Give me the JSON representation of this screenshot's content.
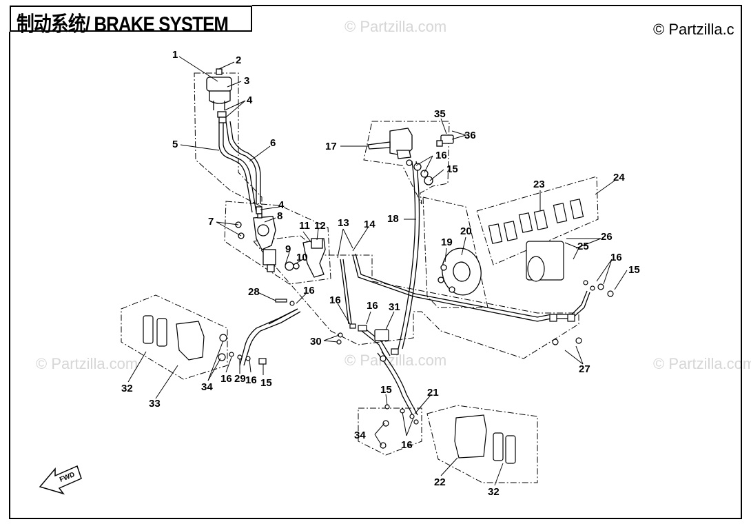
{
  "title": "制动系统/ BRAKE SYSTEM",
  "watermark": "© Partzilla.com",
  "corner_watermark": "© Partzilla.c",
  "fwd_label": "FWD",
  "callouts": [
    {
      "id": "c1",
      "text": "1"
    },
    {
      "id": "c2",
      "text": "2"
    },
    {
      "id": "c3",
      "text": "3"
    },
    {
      "id": "c4a",
      "text": "4"
    },
    {
      "id": "c5",
      "text": "5"
    },
    {
      "id": "c6",
      "text": "6"
    },
    {
      "id": "c4b",
      "text": "4"
    },
    {
      "id": "c7",
      "text": "7"
    },
    {
      "id": "c8",
      "text": "8"
    },
    {
      "id": "c9",
      "text": "9"
    },
    {
      "id": "c10",
      "text": "10"
    },
    {
      "id": "c11",
      "text": "11"
    },
    {
      "id": "c12",
      "text": "12"
    },
    {
      "id": "c13",
      "text": "13"
    },
    {
      "id": "c14",
      "text": "14"
    },
    {
      "id": "c16a",
      "text": "16"
    },
    {
      "id": "c28",
      "text": "28"
    },
    {
      "id": "c16b",
      "text": "16"
    },
    {
      "id": "c16c",
      "text": "16"
    },
    {
      "id": "c31",
      "text": "31"
    },
    {
      "id": "c30",
      "text": "30"
    },
    {
      "id": "c35",
      "text": "35"
    },
    {
      "id": "c36",
      "text": "36"
    },
    {
      "id": "c17",
      "text": "17"
    },
    {
      "id": "c16d",
      "text": "16"
    },
    {
      "id": "c15a",
      "text": "15"
    },
    {
      "id": "c18",
      "text": "18"
    },
    {
      "id": "c19",
      "text": "19"
    },
    {
      "id": "c20",
      "text": "20"
    },
    {
      "id": "c23",
      "text": "23"
    },
    {
      "id": "c24",
      "text": "24"
    },
    {
      "id": "c26",
      "text": "26"
    },
    {
      "id": "c25",
      "text": "25"
    },
    {
      "id": "c16e",
      "text": "16"
    },
    {
      "id": "c15b",
      "text": "15"
    },
    {
      "id": "c27",
      "text": "27"
    },
    {
      "id": "c32a",
      "text": "32"
    },
    {
      "id": "c33",
      "text": "33"
    },
    {
      "id": "c34a",
      "text": "34"
    },
    {
      "id": "c16f",
      "text": "16"
    },
    {
      "id": "c29",
      "text": "29"
    },
    {
      "id": "c16g",
      "text": "16"
    },
    {
      "id": "c15c",
      "text": "15"
    },
    {
      "id": "c15d",
      "text": "15"
    },
    {
      "id": "c21",
      "text": "21"
    },
    {
      "id": "c34b",
      "text": "34"
    },
    {
      "id": "c16h",
      "text": "16"
    },
    {
      "id": "c22",
      "text": "22"
    },
    {
      "id": "c32b",
      "text": "32"
    }
  ]
}
